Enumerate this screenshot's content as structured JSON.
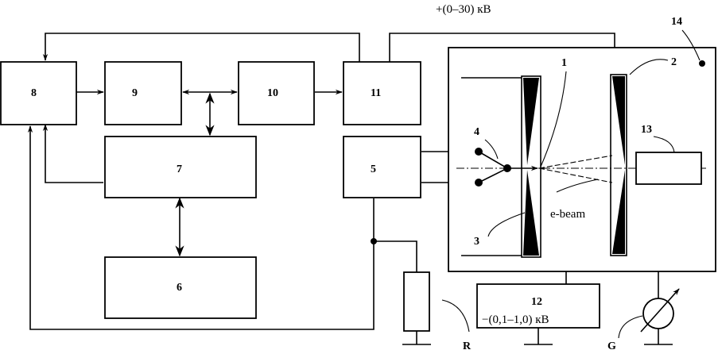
{
  "labels": {
    "block8": "8",
    "block9": "9",
    "block10": "10",
    "block11": "11",
    "block7": "7",
    "block5": "5",
    "block6": "6",
    "chamber": "14",
    "anode_num": "2",
    "target_num": "1",
    "emitter_num": "4",
    "cathode_num": "3",
    "detector_num": "13",
    "supply_num": "12",
    "resistor": "R",
    "galvanometer": "G",
    "high_voltage": "+(0–30) кВ",
    "low_voltage": "−(0,1–1,0) кВ",
    "ebeam": "e-beam"
  }
}
